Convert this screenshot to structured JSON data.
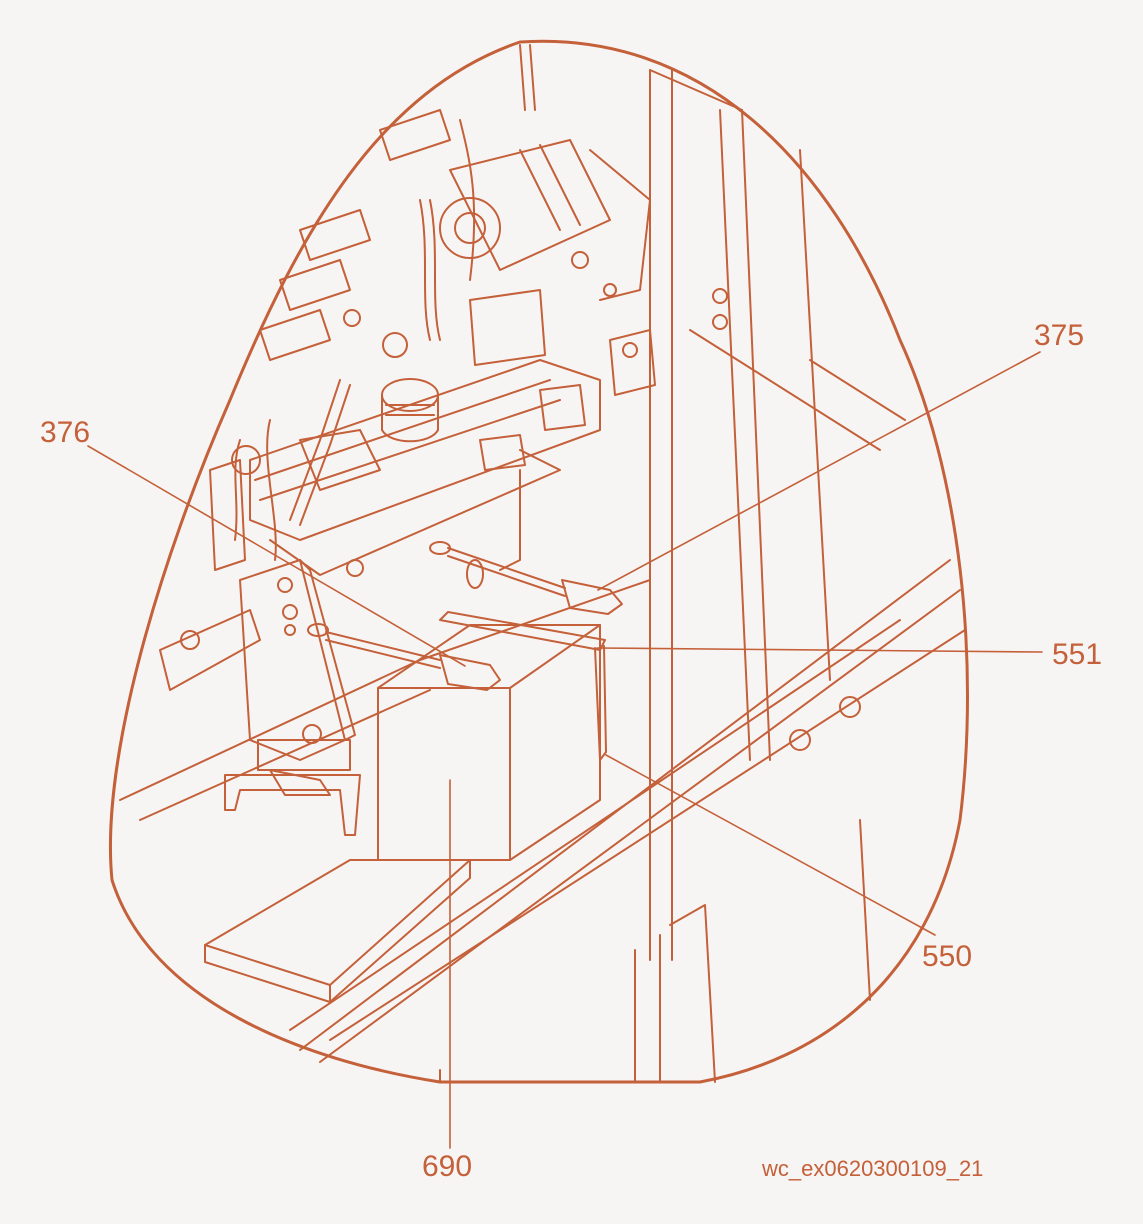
{
  "colors": {
    "line": "#c4603a",
    "background": "#f7f5f3"
  },
  "callouts": [
    {
      "id": "375",
      "text": "375"
    },
    {
      "id": "376",
      "text": "376"
    },
    {
      "id": "551",
      "text": "551"
    },
    {
      "id": "550",
      "text": "550"
    },
    {
      "id": "690",
      "text": "690"
    }
  ],
  "figure_id": "wc_ex0620300109_21"
}
